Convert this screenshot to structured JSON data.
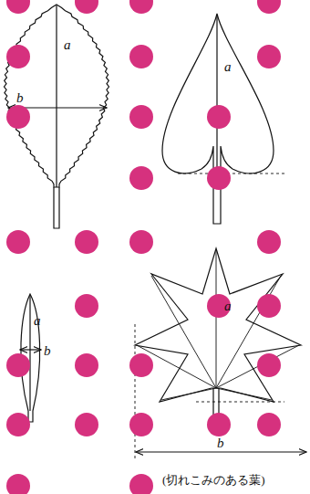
{
  "diagram": {
    "labels": [
      "a",
      "b",
      "a",
      "a",
      "b",
      "a",
      "b",
      "(切れこみのある葉)"
    ]
  }
}
